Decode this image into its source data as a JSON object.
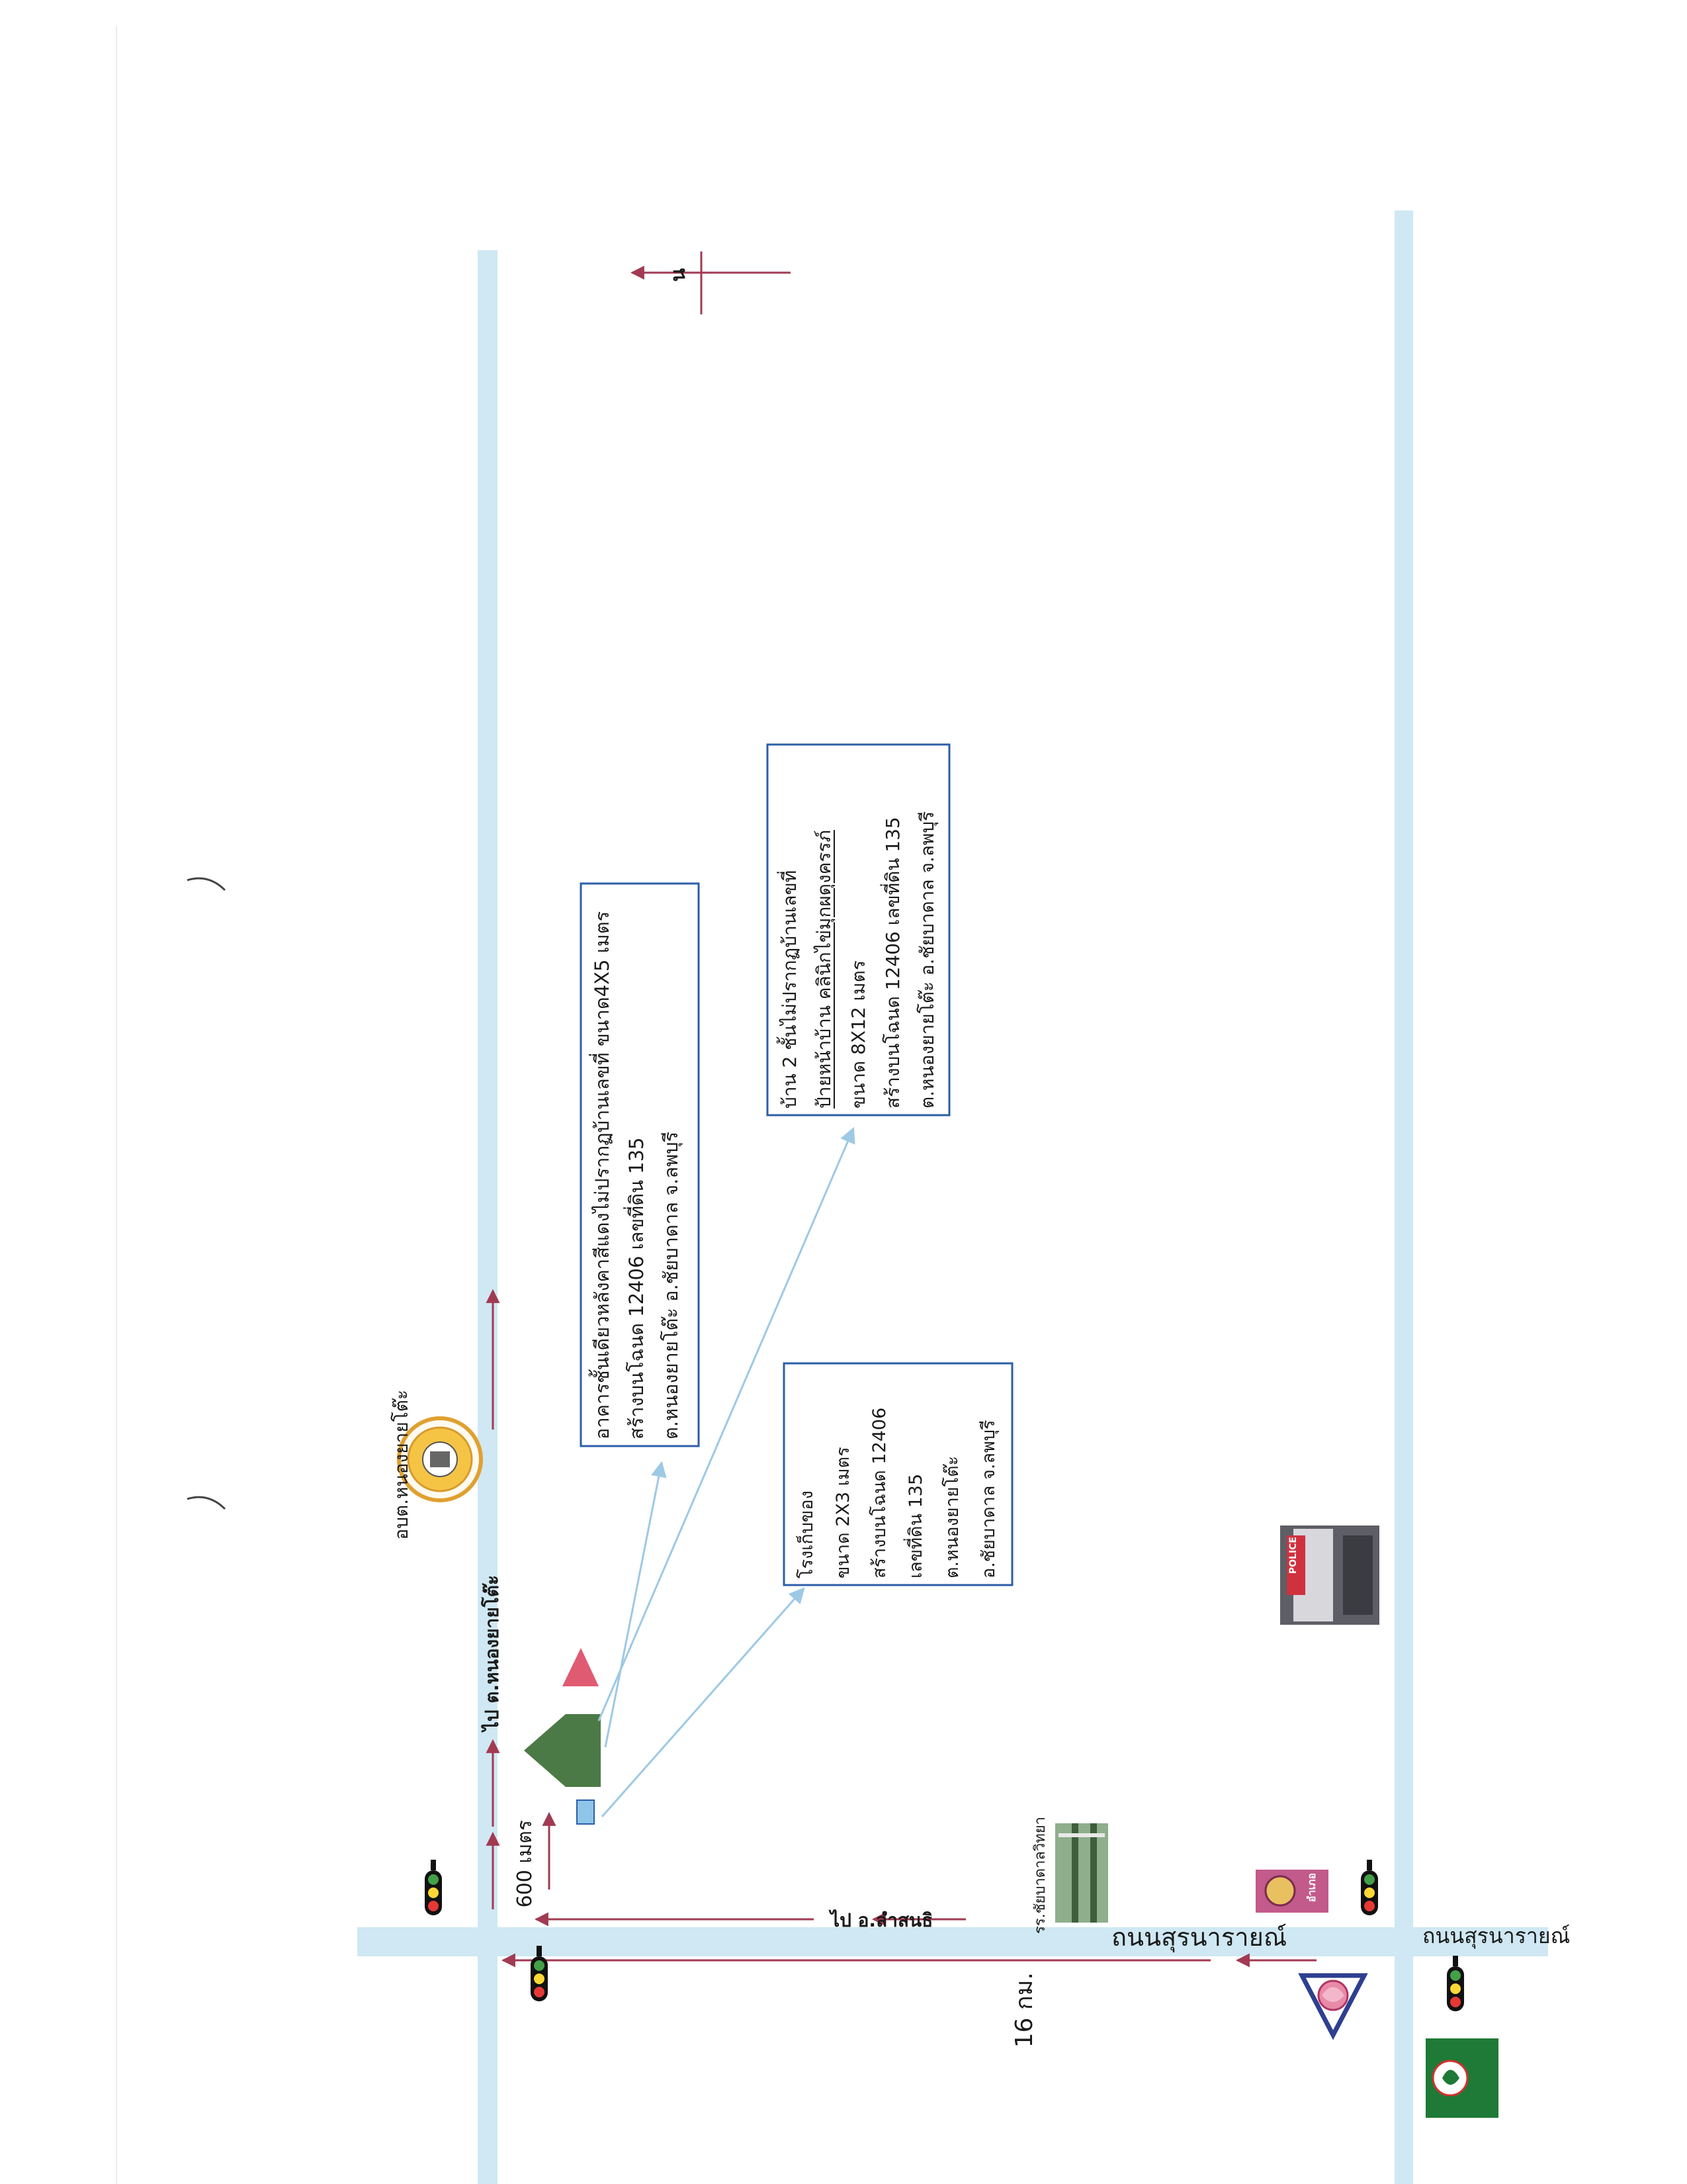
{
  "map": {
    "colors": {
      "road": "#cfe8f3",
      "arrow": "#a23a52",
      "leader": "#9ec9e5",
      "house": "#4c7a46",
      "marker_red": "#e05b72",
      "marker_blue": "#8ec5e8",
      "box_border": "#2c5ea8"
    },
    "labels": {
      "to_nong_yai_to": "ไป ต.หนองยายโต๊ะ",
      "to_lam_sonthi": "ไป อ.ลำสนธิ",
      "surinarai_road_1": "ถนนสุรนารายณ์",
      "surinarai_road_2": "ถนนสุรนารายณ์",
      "distance_600": "600 เมตร",
      "distance_16km": "16 กม.",
      "sao_office": "อบต.หนองยายโต๊ะ",
      "school": "รร.ชัยบาดาลวิทยา",
      "north": "น",
      "police_sign": "POLICE",
      "amphoe_sign": "อำเภอ"
    },
    "boxes": {
      "building": {
        "lines": [
          "อาคารชั้นเดียวหลังคาสีแดงไม่ปรากฏบ้านเลขที่ ขนาด4X5 เมตร",
          "สร้างบนโฉนด 12406 เลขที่ดิน 135",
          "ต.หนองยายโต๊ะ อ.ชัยบาดาล จ.ลพบุรี"
        ]
      },
      "house": {
        "lines": [
          "บ้าน 2 ชั้นไม่ปรากฏบ้านเลขที่",
          "ป้ายหน้าบ้าน คลินิกไข่มุกผดุงครรภ์",
          "ขนาด 8X12 เมตร",
          "สร้างบนโฉนด 12406 เลขที่ดิน 135",
          "ต.หนองยายโต๊ะ อ.ชัยบาดาล จ.ลพบุรี"
        ]
      },
      "storage": {
        "lines": [
          "โรงเก็บของ",
          "ขนาด 2X3 เมตร",
          "สร้างบนโฉนด 12406",
          "เลขที่ดิน 135",
          "ต.หนองยายโต๊ะ",
          "อ.ชัยบาดาล จ.ลพบุรี"
        ]
      }
    }
  }
}
